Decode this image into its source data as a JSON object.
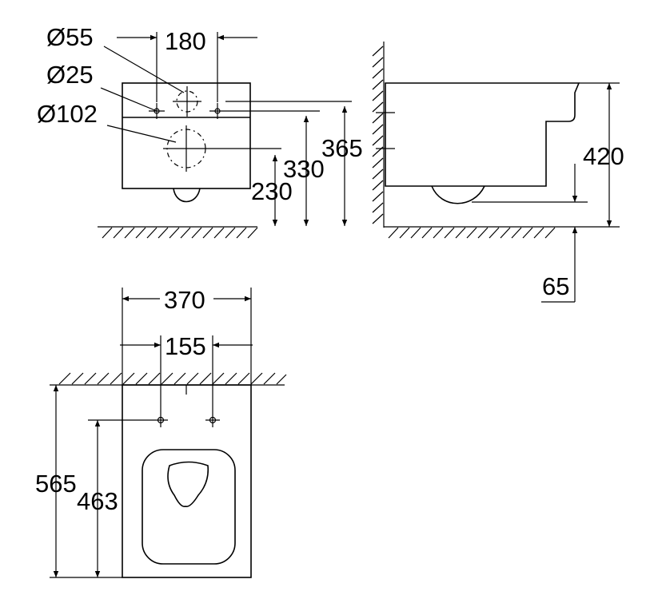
{
  "front_view": {
    "dim_pipe_spacing": "180",
    "dim_outlet_diameter": "Ø55",
    "dim_inlet_diameter": "Ø25",
    "dim_drain_diameter": "Ø102",
    "dim_drain_height": "230",
    "dim_inlet_height": "330",
    "dim_fixing_height": "365"
  },
  "side_view": {
    "dim_rim_height": "420",
    "dim_clearance": "65"
  },
  "top_view": {
    "dim_width": "370",
    "dim_fixing_spacing": "155",
    "dim_length": "565",
    "dim_fixing_depth": "463"
  }
}
